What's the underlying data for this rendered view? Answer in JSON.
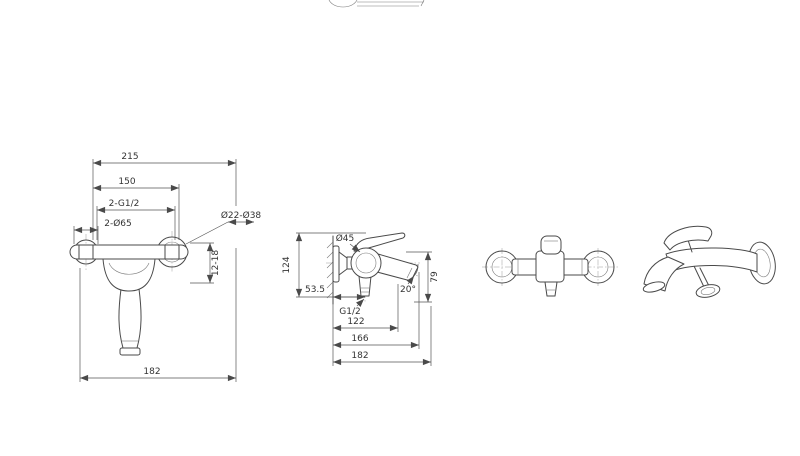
{
  "style": {
    "background": "#ffffff",
    "line_color": "#4a4a4a",
    "dimension_color": "#555555",
    "text_color": "#333333"
  },
  "drawing": {
    "front_view": {
      "dims": {
        "overall_width": "215",
        "hole_centers": "150",
        "inlet_threads": "2-G1/2",
        "flange_diameter": "2-Ø65",
        "escutcheon_diameter": "Ø22-Ø38",
        "wall_adjust": "12-18",
        "overall_bottom": "182"
      }
    },
    "side_view": {
      "dims": {
        "body_diameter": "Ø45",
        "overall_height": "124",
        "wall_to_center": "53.5",
        "spout_angle": "20°",
        "outlet_drop": "79",
        "shower_outlet_thread": "G1/2",
        "spout_reach": "122",
        "mid_reach": "166",
        "overall_reach": "182"
      }
    }
  }
}
